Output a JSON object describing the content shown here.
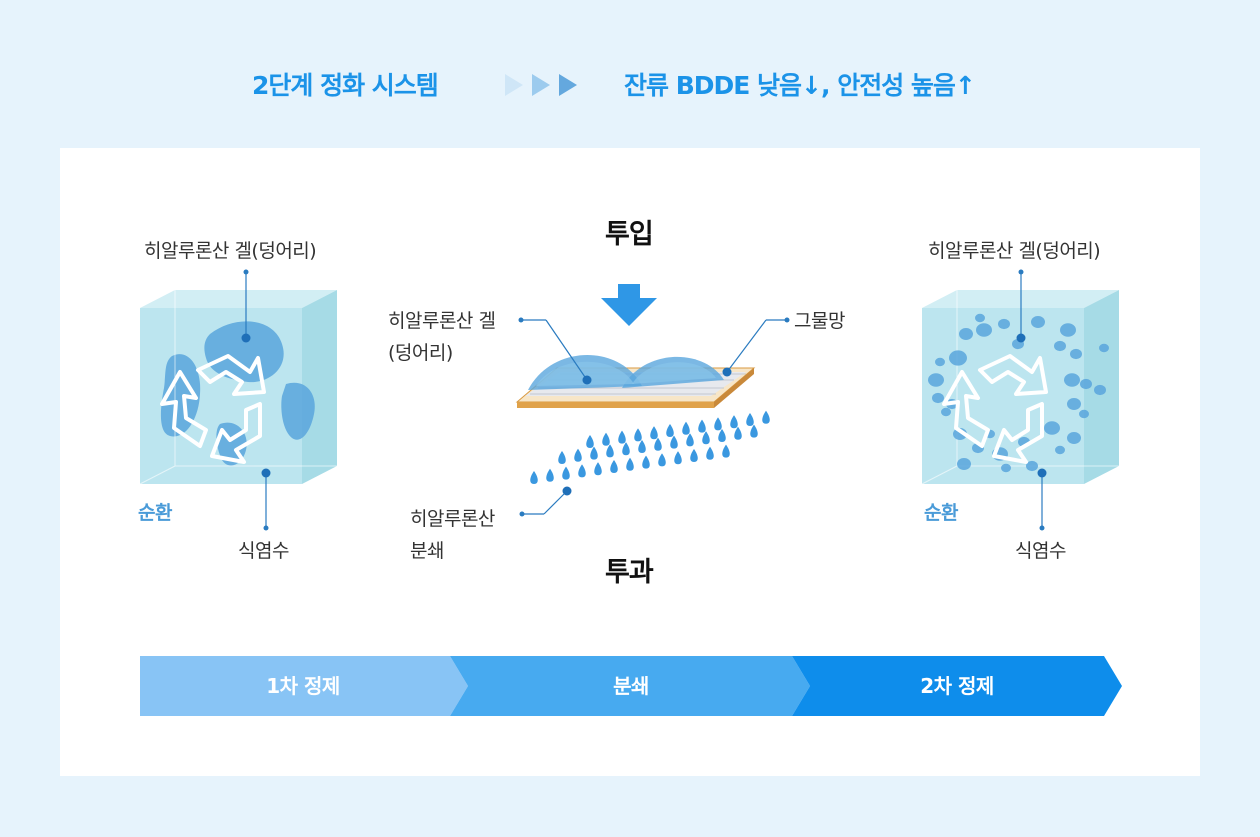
{
  "header": {
    "left_title": "2단계 정화 시스템",
    "right_title": "잔류 BDDE 낮음↓, 안전성 높음↑"
  },
  "diagram": {
    "stage_input": "투입",
    "stage_pass": "투과",
    "left_block": {
      "top_label": "히알루론산 겔(덩어리)",
      "cycle_label": "순환",
      "bottom_label": "식염수"
    },
    "center": {
      "gel_label_line1": "히알루론산 겔",
      "gel_label_line2": "(덩어리)",
      "mesh_label": "그물망",
      "crush_label_line1": "히알루론산",
      "crush_label_line2": "분쇄"
    },
    "right_block": {
      "top_label": "히알루론산 겔(덩어리)",
      "cycle_label": "순환",
      "bottom_label": "식염수"
    }
  },
  "process_steps": [
    "1차 정제",
    "분쇄",
    "2차 정제"
  ],
  "colors": {
    "accent": "#1b93e8",
    "step1": "#88c4f5",
    "step2": "#47aaf0",
    "step3": "#0e8deb",
    "cube_fill": "#b8e4ee",
    "gel_blob": "#5aa6dd",
    "mesh_frame": "#e0a24a"
  }
}
